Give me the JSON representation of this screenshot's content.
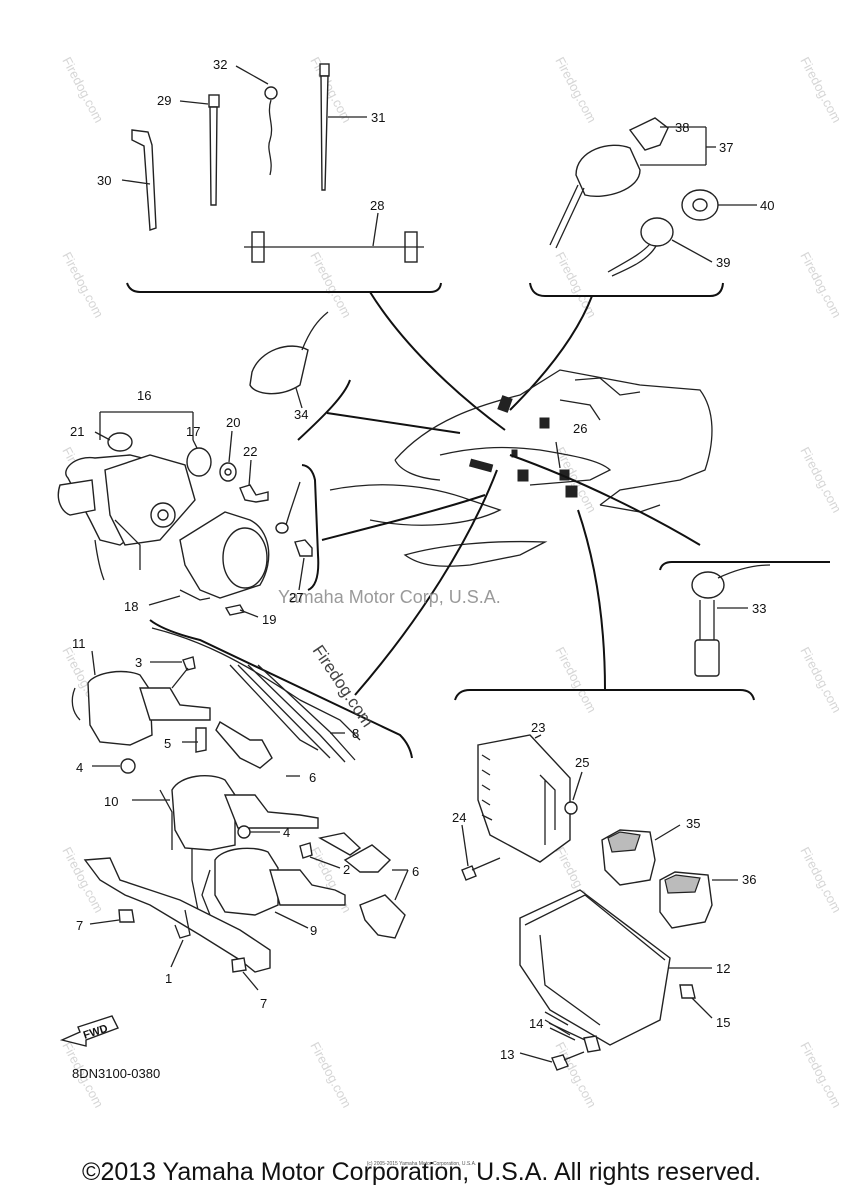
{
  "colors": {
    "line": "#222222",
    "background": "#ffffff",
    "watermark": "#d6d6d6"
  },
  "watermark": {
    "site": "Firedog.com",
    "company": "Yamaha Motor Corp, U.S.A."
  },
  "diagram_code": "8DN3100-0380",
  "fwd_label": "FWD",
  "callouts": {
    "c1": "1",
    "c2": "2",
    "c3": "3",
    "c4a": "4",
    "c4b": "4",
    "c5": "5",
    "c6a": "6",
    "c6b": "6",
    "c7a": "7",
    "c7b": "7",
    "c8": "8",
    "c9": "9",
    "c10": "10",
    "c11": "11",
    "c12": "12",
    "c13": "13",
    "c14": "14",
    "c15": "15",
    "c16": "16",
    "c17": "17",
    "c18": "18",
    "c19": "19",
    "c20": "20",
    "c21": "21",
    "c22": "22",
    "c23": "23",
    "c24": "24",
    "c25": "25",
    "c26": "26",
    "c27": "27",
    "c28": "28",
    "c29": "29",
    "c30": "30",
    "c31": "31",
    "c32": "32",
    "c33": "33",
    "c34": "34",
    "c35": "35",
    "c36": "36",
    "c37": "37",
    "c38": "38",
    "c39": "39",
    "c40": "40"
  },
  "tiny_copyright": "(c) 2005-2015 Yamaha Motor Corporation, U.S.A.",
  "footer": "©2013 Yamaha Motor Corporation, U.S.A. All rights reserved."
}
